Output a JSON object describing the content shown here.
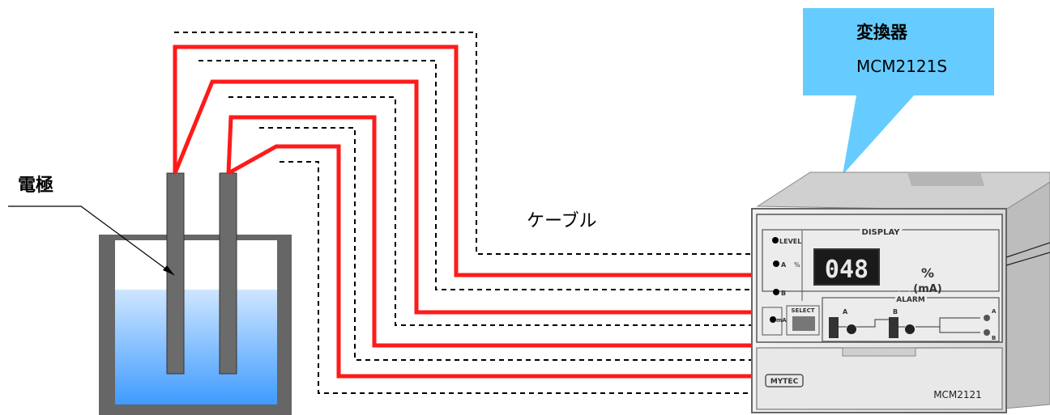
{
  "callout": {
    "title": "変換器",
    "model": "MCM2121S",
    "color": "#66CCFF"
  },
  "labels": {
    "electrode": "電極",
    "cable": "ケーブル"
  },
  "device": {
    "display_title": "DISPLAY",
    "indicator_level": "LEVEL",
    "indicator_a": "A",
    "indicator_b": "B",
    "indicator_ma": "mA",
    "percent_mark": "%",
    "readout": "048",
    "unit_percent": "%",
    "unit_ma": "(mA)",
    "select_label": "SELECT",
    "alarm_title": "ALARM",
    "alarm_a": "A",
    "alarm_b": "B",
    "brand": "MYTEC",
    "model": "MCM2121"
  },
  "colors": {
    "signal_wire": "#ff1a1a",
    "ground_wire": "#000000",
    "electrode": "#6b6b6b",
    "liquid_top": "#cfe6ff",
    "liquid_bottom": "#3f9bff",
    "vessel": "#666666"
  }
}
